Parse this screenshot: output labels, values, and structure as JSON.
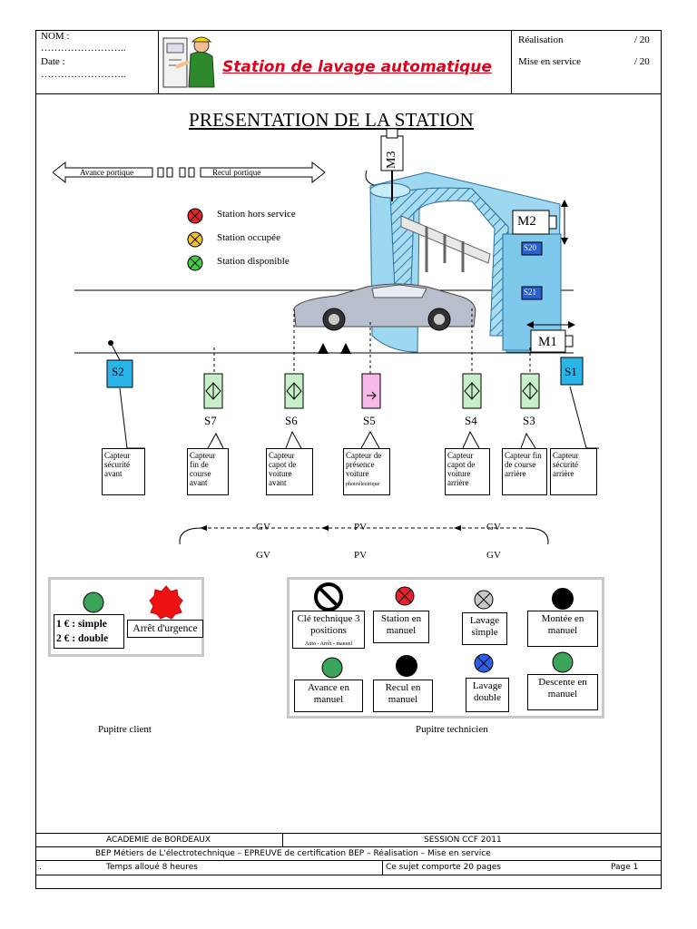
{
  "header": {
    "nom_label": "NOM :",
    "nom_dots": "……………………..",
    "date_label": "Date :",
    "date_dots": "……………………..",
    "title": "Station de lavage automatique",
    "realisation_label": "Réalisation",
    "realisation_score": "/ 20",
    "mise_label": "Mise en service",
    "mise_score": "/ 20"
  },
  "main_title": "PRESENTATION DE LA STATION",
  "arrows": {
    "avance": "Avance portique",
    "recul": "Recul portique"
  },
  "legend": [
    {
      "label": "Station hors service",
      "color": "#e8222a"
    },
    {
      "label": "Station occupée",
      "color": "#f5c228"
    },
    {
      "label": "Station disponible",
      "color": "#3fd23f"
    }
  ],
  "machine": {
    "m1": "M1",
    "m2": "M2",
    "m3": "M3",
    "s20": "S20",
    "s21": "S21"
  },
  "sensors": {
    "s1": "S1",
    "s2": "S2",
    "s3": "S3",
    "s4": "S4",
    "s5": "S5",
    "s6": "S6",
    "s7": "S7"
  },
  "callouts": {
    "s2": "Capteur sécurité avant",
    "s7": "Capteur fin de course avant",
    "s6": "Capteur capot de voiture avant",
    "s5_main": "Capteur de présence voiture",
    "s5_sub": "photoélectrique",
    "s4": "Capteur capot de voiture arrière",
    "s3": "Capteur fin de course arrière",
    "s1": "Capteur sécurité arrière"
  },
  "speeds": {
    "top": [
      "GV",
      "PV",
      "GV"
    ],
    "bottom": [
      "GV",
      "PV",
      "GV"
    ]
  },
  "client_panel": {
    "line1_bold": "1 € : simple",
    "line2_bold": "2 € : double",
    "emergency": "Arrêt d'urgence",
    "caption": "Pupitre client",
    "green": "#3aa55a",
    "red": "#ee1111"
  },
  "tech_panel": {
    "caption": "Pupitre technicien",
    "key_title": "Clé technique 3 positions",
    "key_sub": "Auto - Arrêt - manuel",
    "manual": "Station en manuel",
    "wash_simple": "Lavage simple",
    "up_manual": "Montée en manuel",
    "fwd_manual": "Avance en manuel",
    "back_manual": "Recul en manuel",
    "wash_double": "Lavage double",
    "down_manual": "Descente en manuel"
  },
  "footer": {
    "academie": "ACADEMIE de BORDEAUX",
    "session": "SESSION CCF 2011",
    "bep": "BEP Métiers de L'électrotechnique – EPREUVE de certification BEP – Réalisation – Mise en service",
    "dot": ".",
    "temps": "Temps alloué 8 heures",
    "pages": "Ce sujet comporte 20 pages",
    "page": "Page 1"
  }
}
